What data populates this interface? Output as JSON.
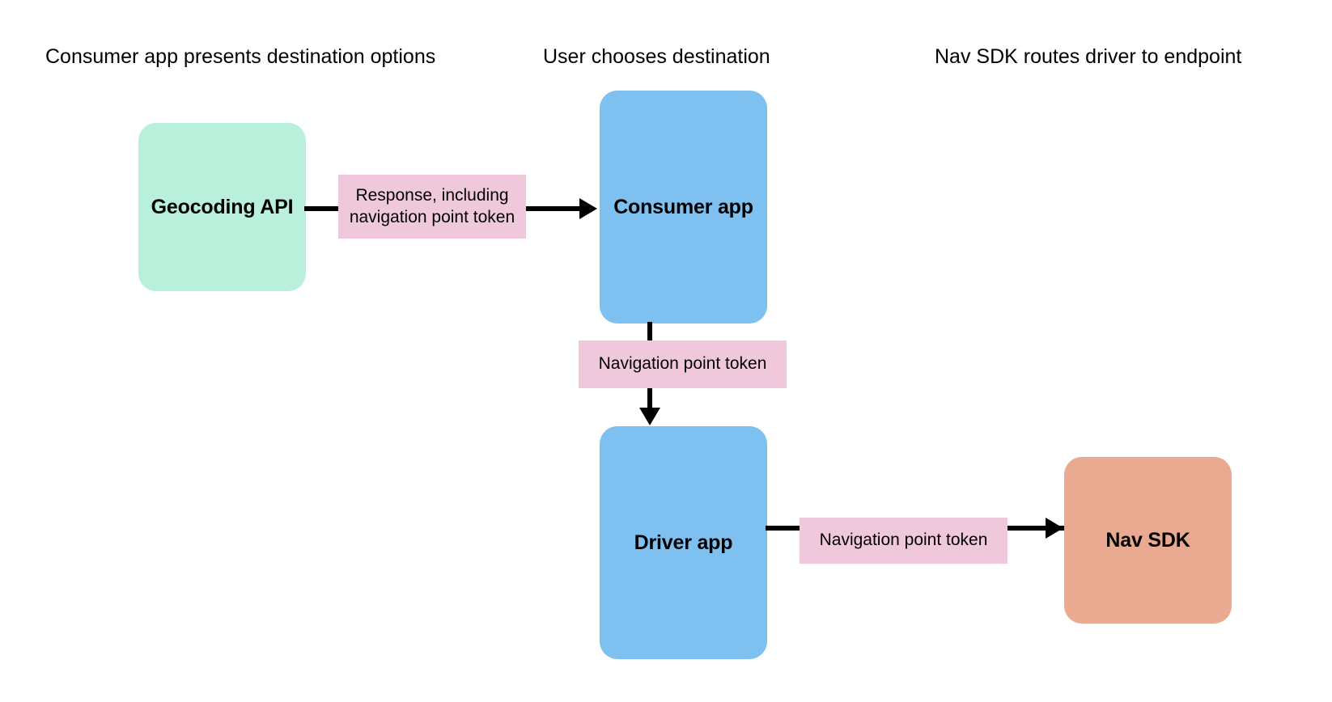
{
  "diagram": {
    "title_row": [
      {
        "id": "col-1",
        "text": "Consumer app presents destination options"
      },
      {
        "id": "col-2",
        "text": "User chooses destination"
      },
      {
        "id": "col-3",
        "text": "Nav SDK routes driver to endpoint"
      }
    ],
    "nodes": [
      {
        "id": "geocoding-api",
        "label": "Geocoding API",
        "color": "#b9f0dc"
      },
      {
        "id": "consumer-app",
        "label": "Consumer app",
        "color": "#7ec0f0"
      },
      {
        "id": "driver-app",
        "label": "Driver app",
        "color": "#7ec0f0"
      },
      {
        "id": "nav-sdk",
        "label": "Nav SDK",
        "color": "#eaa991"
      }
    ],
    "edges": [
      {
        "id": "geocoding-to-consumer",
        "from": "geocoding-api",
        "to": "consumer-app",
        "label": "Response, including navigation point token",
        "label_color": "#f0c8dc",
        "direction": "right"
      },
      {
        "id": "consumer-to-driver",
        "from": "consumer-app",
        "to": "driver-app",
        "label": "Navigation point token",
        "label_color": "#f0c8dc",
        "direction": "down"
      },
      {
        "id": "driver-to-navsdk",
        "from": "driver-app",
        "to": "nav-sdk",
        "label": "Navigation point token",
        "label_color": "#f0c8dc",
        "direction": "right"
      }
    ],
    "colors": {
      "background": "#ffffff",
      "line": "#000000",
      "text": "#000000",
      "mint": "#b9f0dc",
      "blue": "#7ec0f0",
      "pink": "#f0c8dc",
      "salmon": "#eaa991"
    }
  }
}
